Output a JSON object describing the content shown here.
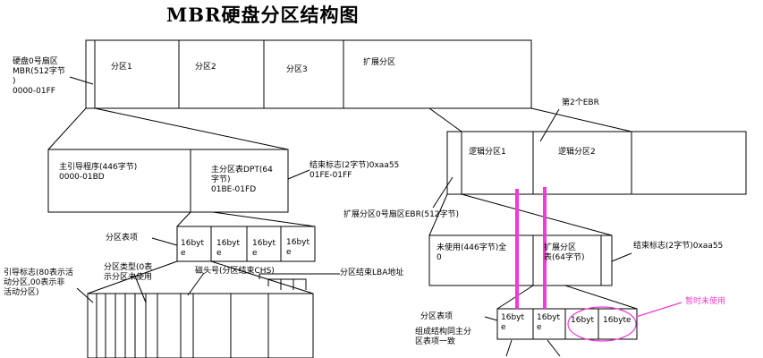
{
  "title": "MBR硬盘分区结构图",
  "colors": {
    "highlight": "#ee3bd2",
    "line": "#000000",
    "background": "#ffffff"
  },
  "mbr": {
    "sector_label": "硬盘0号扇区\nMBR(512字节\n)\n0000-01FF",
    "partitions": [
      "分区1",
      "分区2",
      "分区3",
      "扩展分区"
    ]
  },
  "mbr_detail": {
    "boot_code": "主引导程序(446字节)\n0000-01BD",
    "table": "主分区表DPT(64\n字节)\n01BE-01FD",
    "end_mark": "结束标志(2字节)0xaa55\n01FE-01FF"
  },
  "partition_table": {
    "label": "分区表项",
    "entries": [
      "16byt\ne",
      "16byt\ne",
      "16byt\ne",
      "16byt\ne"
    ]
  },
  "entry_fields": {
    "boot_flag": "引导标志(80表示活\n动分区,00表示非\n活动分区)",
    "type": "分区类型(0表\n示分区未使用",
    "head": "磁头号(分区结束CHS)",
    "lba_end": "分区结束LBA地址"
  },
  "extended": {
    "ebr2_label": "第2个EBR",
    "logical": [
      "逻辑分区1",
      "逻辑分区2"
    ],
    "ebr_sector_label": "扩展分区0号扇区EBR(512字节)"
  },
  "ebr_detail": {
    "unused": "未使用(446字节)全\n0",
    "table": "扩展分区\n表(64字节)",
    "end_mark": "结束标志(2字节)0xaa55"
  },
  "ebr_table": {
    "label": "分区表项",
    "entries": [
      "16byt\ne",
      "16byt\ne",
      "16byt",
      "16byte"
    ],
    "note": "组成结构同主分\n区表项一致",
    "unused_note": "暂时未使用"
  }
}
